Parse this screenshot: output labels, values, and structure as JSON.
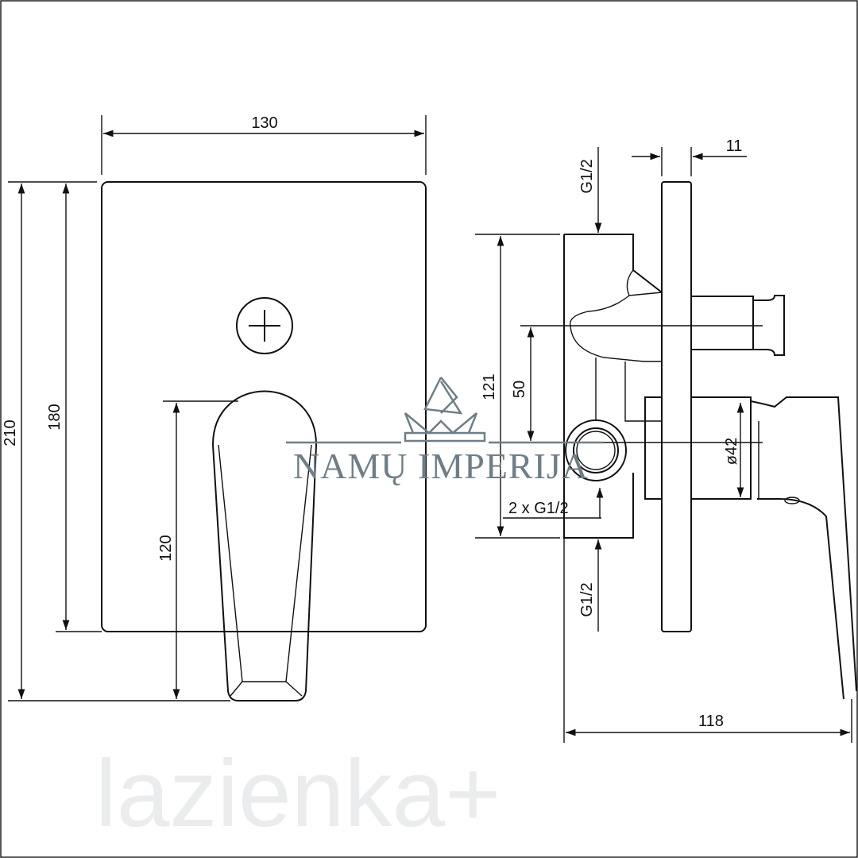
{
  "drawing": {
    "front_view": {
      "width_label": "130",
      "total_height_label": "210",
      "plate_height_label": "180",
      "handle_height_label": "120"
    },
    "side_view": {
      "body_height_label": "121",
      "axis_distance_label": "50",
      "top_inlet_label": "G1/2",
      "plate_thickness_label": "11",
      "diameter_label": "ø42",
      "side_outlets_label": "2 x G1/2",
      "bottom_outlet_label": "G1/2",
      "depth_label": "118"
    }
  },
  "watermarks": {
    "background_brand": "lazienka+",
    "logo_text": "NAMŲ IMPERIJA"
  },
  "colors": {
    "line": "#111111",
    "watermark": "#6e7e86"
  }
}
